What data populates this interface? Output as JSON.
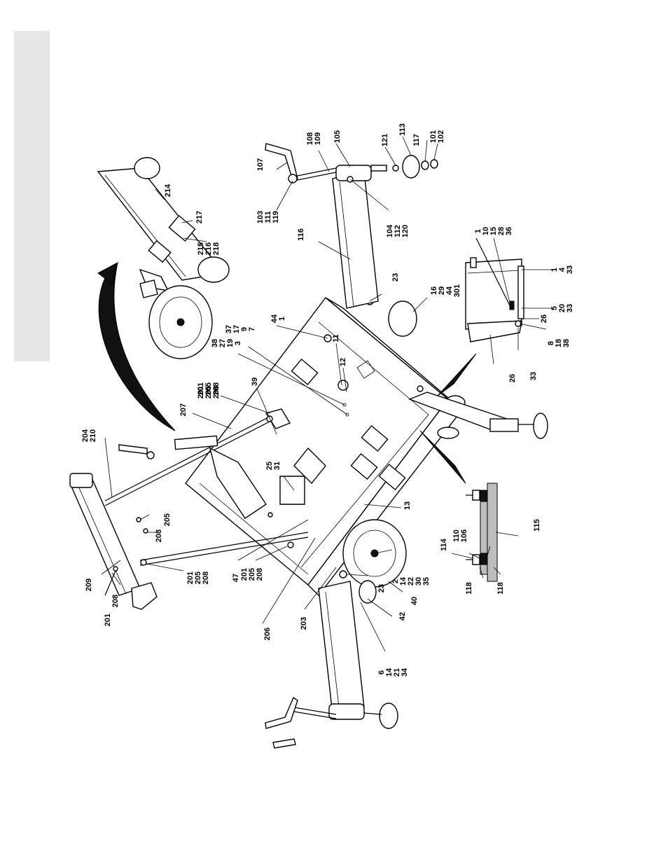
{
  "sidebar_tab": {
    "color": "#e6e6e6"
  },
  "groups": [
    {
      "id": "g204",
      "lines": [
        "204",
        "210"
      ]
    },
    {
      "id": "g207",
      "lines": [
        "207"
      ]
    },
    {
      "id": "g201a",
      "lines": [
        "201",
        "205",
        "208"
      ]
    },
    {
      "id": "g205a",
      "lines": [
        "205"
      ]
    },
    {
      "id": "g208a",
      "lines": [
        "208"
      ]
    },
    {
      "id": "g209",
      "lines": [
        "209"
      ]
    },
    {
      "id": "g201b",
      "lines": [
        "201",
        "205",
        "208"
      ]
    },
    {
      "id": "g208b",
      "lines": [
        "208"
      ]
    },
    {
      "id": "g201c",
      "lines": [
        "201"
      ]
    },
    {
      "id": "g47",
      "lines": [
        "47"
      ]
    },
    {
      "id": "g201d",
      "lines": [
        "201",
        "205",
        "208"
      ]
    },
    {
      "id": "g206",
      "lines": [
        "206"
      ]
    },
    {
      "id": "g203",
      "lines": [
        "203"
      ]
    },
    {
      "id": "g25",
      "lines": [
        "25",
        "31"
      ]
    },
    {
      "id": "g39",
      "lines": [
        "39"
      ]
    },
    {
      "id": "g201e",
      "lines": [
        "201",
        "205",
        "208"
      ]
    },
    {
      "id": "g38",
      "lines": [
        "38",
        "27",
        "19",
        "3"
      ]
    },
    {
      "id": "g37",
      "lines": [
        "37",
        "17",
        "9",
        "7"
      ]
    },
    {
      "id": "g44a",
      "lines": [
        "44",
        "1"
      ]
    },
    {
      "id": "g11",
      "lines": [
        "11"
      ]
    },
    {
      "id": "g12",
      "lines": [
        "12"
      ]
    },
    {
      "id": "g13",
      "lines": [
        "13"
      ]
    },
    {
      "id": "g2",
      "lines": [
        "2",
        "14",
        "22",
        "30",
        "35"
      ]
    },
    {
      "id": "g23a",
      "lines": [
        "23"
      ]
    },
    {
      "id": "g40",
      "lines": [
        "40"
      ]
    },
    {
      "id": "g42",
      "lines": [
        "42"
      ]
    },
    {
      "id": "g6",
      "lines": [
        "6",
        "14",
        "21",
        "34"
      ]
    },
    {
      "id": "g23b",
      "lines": [
        "23"
      ]
    },
    {
      "id": "g16",
      "lines": [
        "16",
        "29",
        "44",
        "301"
      ]
    },
    {
      "id": "g116",
      "lines": [
        "116"
      ]
    },
    {
      "id": "g107",
      "lines": [
        "107"
      ]
    },
    {
      "id": "g108",
      "lines": [
        "108",
        "109"
      ]
    },
    {
      "id": "g105",
      "lines": [
        "105"
      ]
    },
    {
      "id": "g121",
      "lines": [
        "121"
      ]
    },
    {
      "id": "g113",
      "lines": [
        "113"
      ]
    },
    {
      "id": "g117",
      "lines": [
        "117"
      ]
    },
    {
      "id": "g101",
      "lines": [
        "101",
        "102"
      ]
    },
    {
      "id": "g103",
      "lines": [
        "103",
        "111",
        "119"
      ]
    },
    {
      "id": "g104",
      "lines": [
        "104",
        "112",
        "120"
      ]
    },
    {
      "id": "g214",
      "lines": [
        "214"
      ]
    },
    {
      "id": "g217",
      "lines": [
        "217"
      ]
    },
    {
      "id": "g215",
      "lines": [
        "215",
        "216",
        "218"
      ]
    },
    {
      "id": "g1",
      "lines": [
        "1",
        "10",
        "15",
        "28",
        "36"
      ]
    },
    {
      "id": "g1b",
      "lines": [
        "1",
        "4",
        "33"
      ]
    },
    {
      "id": "g5",
      "lines": [
        "5",
        "20",
        "33"
      ]
    },
    {
      "id": "g26a",
      "lines": [
        "26"
      ]
    },
    {
      "id": "g8",
      "lines": [
        "8",
        "18",
        "38"
      ]
    },
    {
      "id": "g26b",
      "lines": [
        "26"
      ]
    },
    {
      "id": "g33",
      "lines": [
        "33"
      ]
    },
    {
      "id": "g114",
      "lines": [
        "114"
      ]
    },
    {
      "id": "g110",
      "lines": [
        "110",
        "106"
      ]
    },
    {
      "id": "g115",
      "lines": [
        "115"
      ]
    },
    {
      "id": "g118a",
      "lines": [
        "118"
      ]
    },
    {
      "id": "g118b",
      "lines": [
        "118"
      ]
    }
  ]
}
